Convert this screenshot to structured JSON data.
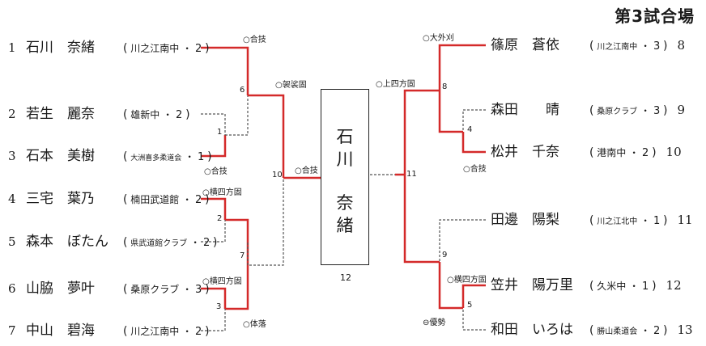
{
  "title": "第3試合場",
  "left_entries": [
    {
      "no": "1",
      "name": "石川　奈緒",
      "team": "川之江南中",
      "grade": "2"
    },
    {
      "no": "2",
      "name": "若生　麗奈",
      "team": "雄新中",
      "grade": "2"
    },
    {
      "no": "3",
      "name": "石本　美樹",
      "team": "大洲喜多柔道会",
      "grade": "1"
    },
    {
      "no": "4",
      "name": "三宅　葉乃",
      "team": "楠田武道館",
      "grade": "2"
    },
    {
      "no": "5",
      "name": "森本　ぼたん",
      "team": "県武道館クラブ",
      "grade": "2"
    },
    {
      "no": "6",
      "name": "山脇　夢叶",
      "team": "桑原クラブ",
      "grade": "3"
    },
    {
      "no": "7",
      "name": "中山　碧海",
      "team": "川之江南中",
      "grade": "2"
    }
  ],
  "right_entries": [
    {
      "no": "8",
      "name": "篠原　蒼依",
      "team": "川之江南中",
      "grade": "3"
    },
    {
      "no": "9",
      "name": "森田　　晴",
      "team": "桑原クラブ",
      "grade": "3"
    },
    {
      "no": "10",
      "name": "松井　千奈",
      "team": "港南中",
      "grade": "2"
    },
    {
      "no": "11",
      "name": "田邊　陽梨",
      "team": "川之江北中",
      "grade": "1"
    },
    {
      "no": "12",
      "name": "笠井　陽万里",
      "team": "久米中",
      "grade": "1"
    },
    {
      "no": "13",
      "name": "和田　いろは",
      "team": "勝山柔道会",
      "grade": "2"
    }
  ],
  "match_numbers": [
    "1",
    "2",
    "3",
    "4",
    "5",
    "6",
    "7",
    "8",
    "9",
    "10",
    "11",
    "12"
  ],
  "results": {
    "r1": "○合技",
    "r2": "○合技",
    "r3": "○横四方固",
    "r4": "○横四方固",
    "r5": "○体落",
    "r6": "○袈裟固",
    "r7": "○合技",
    "r8": "○大外刈",
    "r9": "○合技",
    "r10": "○上四方固",
    "r11": "○横四方固",
    "r12": "⊖優勢"
  },
  "winner": {
    "chars": [
      "石",
      "川",
      "奈",
      "緒"
    ]
  },
  "colors": {
    "win_line": "#d42a2a",
    "lose_line": "#555555"
  }
}
